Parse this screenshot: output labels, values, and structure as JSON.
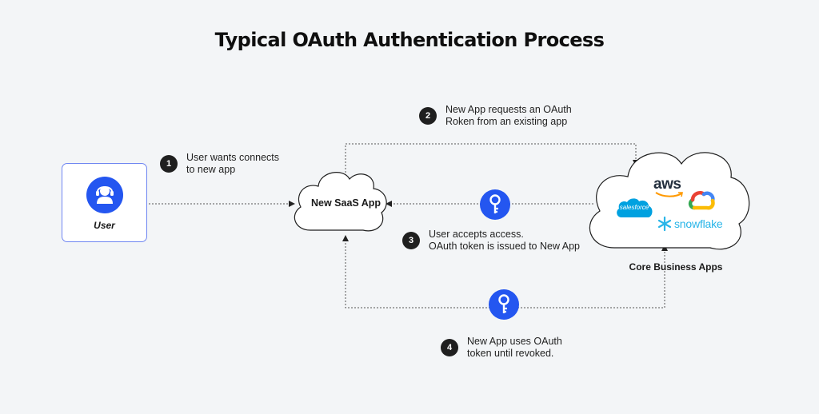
{
  "title": "Typical OAuth Authentication Process",
  "user": {
    "label": "User"
  },
  "saas_app": {
    "label": "New SaaS App"
  },
  "core": {
    "label": "Core Business Apps",
    "logos": {
      "aws": "aws",
      "salesforce": "salesforce",
      "google_cloud": "google-cloud-icon",
      "snowflake": "snowflake"
    }
  },
  "steps": [
    {
      "number": "1",
      "lines": [
        "User wants connects",
        "to new app"
      ]
    },
    {
      "number": "2",
      "lines": [
        "New App requests an OAuth",
        "Roken from an existing app"
      ]
    },
    {
      "number": "3",
      "lines": [
        "User accepts access.",
        "OAuth token is issued to New App"
      ]
    },
    {
      "number": "4",
      "lines": [
        "New App uses OAuth",
        "token until revoked."
      ]
    }
  ],
  "colors": {
    "accent": "#2456f0",
    "badge": "#1f1f1f",
    "background": "#f3f5f7",
    "box_border": "#6f86f2"
  },
  "icons": {
    "user": "user-headset-icon",
    "key": "key-icon"
  }
}
